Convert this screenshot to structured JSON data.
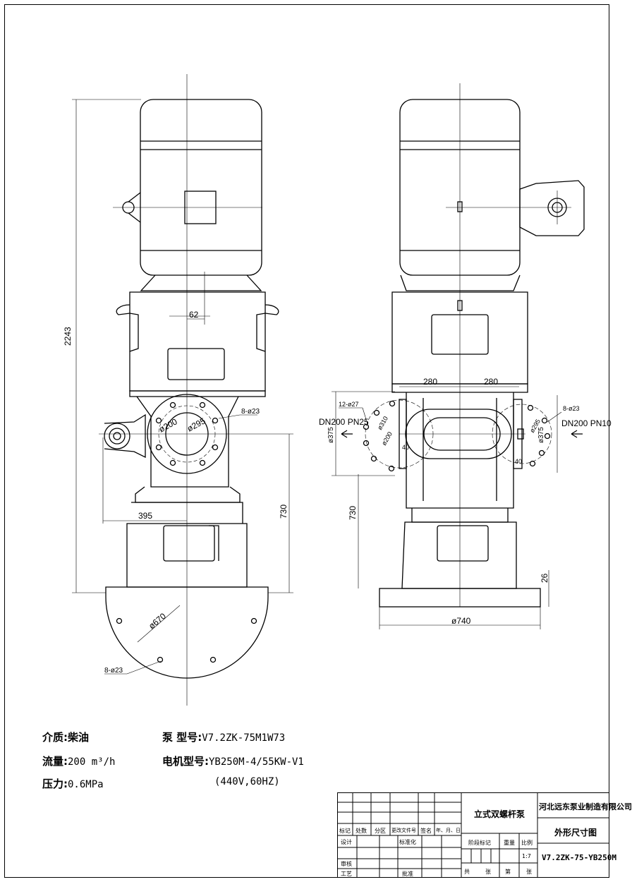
{
  "dimensions": {
    "overall_height": "2243",
    "offset_62": "62",
    "width_395": "395",
    "height_730_left": "730",
    "height_730_right": "730",
    "dia_200": "ø200",
    "dia_295": "ø295",
    "holes_8_23_top": "8-ø23",
    "holes_8_23_base": "8-ø23",
    "dia_670": "ø670",
    "width_280_left": "280",
    "width_280_right": "280",
    "holes_12_27": "12-ø27",
    "dia_310": "ø310",
    "dia_200_side": "ø200",
    "dia_375_left": "ø375",
    "dia_375_right": "ø375",
    "dia_295_right": "ø295",
    "holes_8_23_right": "8-ø23",
    "dim_40_a": "40",
    "dim_40_b": "40",
    "dim_26": "26",
    "dia_740": "ø740",
    "inlet_label": "DN200 PN25",
    "outlet_label": "DN200 PN10"
  },
  "params": {
    "medium_label": "介质:",
    "medium_value": "柴油",
    "flow_label": "流量:",
    "flow_value": "200 m³/h",
    "pressure_label": "压力:",
    "pressure_value": "0.6MPa",
    "pump_model_label": "泵  型号:",
    "pump_model_value": "V7.2ZK-75M1W73",
    "motor_model_label": "电机型号:",
    "motor_model_value": "YB250M-4/55KW-V1",
    "motor_supply": "(440V,60HZ)"
  },
  "title_block": {
    "product_name": "立式双螺杆泵",
    "company": "河北远东泵业制造有限公司",
    "drawing_title": "外形尺寸图",
    "drawing_number": "V7.2ZK-75-YB250M",
    "scale_label": "比例",
    "scale_value": "1:7",
    "stage_mark": "阶段标记",
    "weight": "重量",
    "labels_row": [
      "标记",
      "处数",
      "分区",
      "更改文件号",
      "签名",
      "年、月、日"
    ],
    "design": "设计",
    "standardize": "标准化",
    "review": "审核",
    "process": "工艺",
    "approve": "批准",
    "sheets": [
      "共",
      "张",
      "第",
      "张"
    ]
  }
}
